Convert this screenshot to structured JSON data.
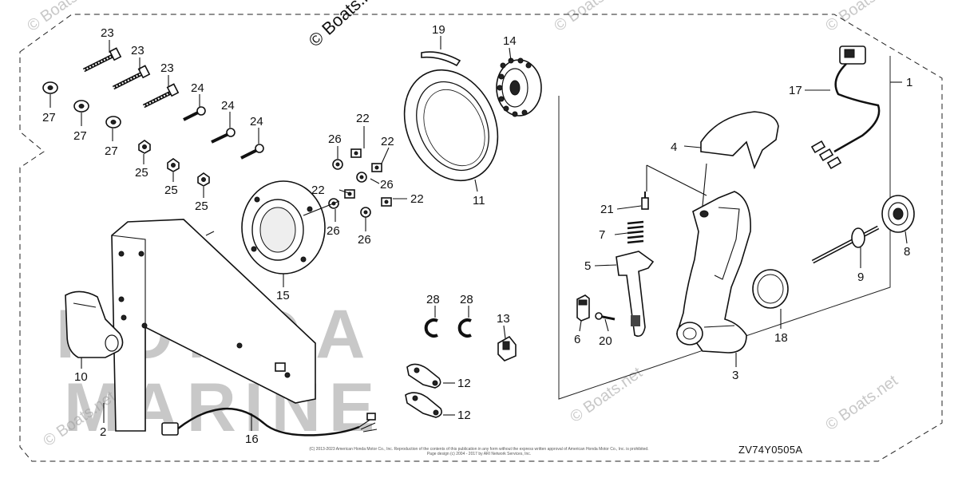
{
  "watermark": "© Boats.net",
  "diagram_code": "ZV74Y0505A",
  "copyright_line1": "(C) 2013-2023 American Honda Motor Co., Inc. Reproduction of the contents of this publication in any form without the express written approval of American Honda Motor Co., Inc. is prohibited.",
  "copyright_line2": "Page design (c) 2004 - 2017 by ARI Network Services, Inc.",
  "brand_watermark_line1": "HONDA",
  "brand_watermark_line2": "MARINE",
  "callouts": {
    "c1": "1",
    "c2": "2",
    "c3": "3",
    "c4": "4",
    "c5": "5",
    "c6": "6",
    "c7": "7",
    "c8": "8",
    "c9": "9",
    "c10": "10",
    "c11": "11",
    "c12a": "12",
    "c12b": "12",
    "c13": "13",
    "c14": "14",
    "c15": "15",
    "c16": "16",
    "c17": "17",
    "c18": "18",
    "c19": "19",
    "c20": "20",
    "c21": "21",
    "c22a": "22",
    "c22b": "22",
    "c22c": "22",
    "c22d": "22",
    "c23a": "23",
    "c23b": "23",
    "c23c": "23",
    "c24a": "24",
    "c24b": "24",
    "c24c": "24",
    "c25a": "25",
    "c25b": "25",
    "c25c": "25",
    "c26a": "26",
    "c26b": "26",
    "c26c": "26",
    "c26d": "26",
    "c27a": "27",
    "c27b": "27",
    "c27c": "27",
    "c28a": "28",
    "c28b": "28"
  }
}
